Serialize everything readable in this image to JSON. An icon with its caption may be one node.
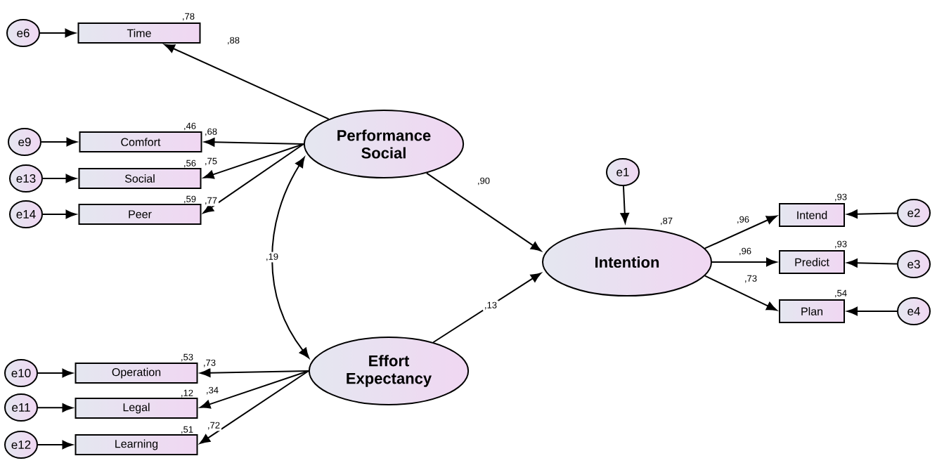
{
  "diagram": {
    "nodes": [
      {
        "text": [
          "e6"
        ]
      },
      {
        "text": [
          "Time"
        ],
        "beside": [
          ",78"
        ]
      },
      {
        "text": [
          "e9"
        ]
      },
      {
        "text": [
          "Comfort"
        ],
        "beside": [
          ",46"
        ]
      },
      {
        "text": [
          "e13"
        ]
      },
      {
        "text": [
          "Social"
        ],
        "beside": [
          ",56"
        ]
      },
      {
        "text": [
          "e14"
        ]
      },
      {
        "text": [
          "Peer"
        ],
        "beside": [
          ",59"
        ]
      },
      {
        "text": [
          "Performance Social"
        ]
      },
      {
        "text": [
          "e1"
        ]
      },
      {
        "text": [
          "Intention"
        ],
        "beside": [
          ",87"
        ]
      },
      {
        "text": [
          "Intend"
        ],
        "beside": [
          ",93"
        ]
      },
      {
        "text": [
          "e2"
        ]
      },
      {
        "text": [
          "Predict"
        ],
        "beside": [
          ",93"
        ]
      },
      {
        "text": [
          "e3"
        ]
      },
      {
        "text": [
          "Plan"
        ],
        "beside": [
          ",54"
        ]
      },
      {
        "text": [
          "e4"
        ]
      },
      {
        "text": [
          "Effort Expectancy"
        ]
      },
      {
        "text": [
          "e10"
        ]
      },
      {
        "text": [
          "Operation"
        ],
        "beside": [
          ",53"
        ]
      },
      {
        "text": [
          "e11"
        ]
      },
      {
        "text": [
          "Legal"
        ],
        "beside": [
          ",12"
        ]
      },
      {
        "text": [
          "e12"
        ]
      },
      {
        "text": [
          "Learning"
        ],
        "beside": [
          ",51"
        ]
      }
    ],
    "edges": [
      {
        "from": 0,
        "to": 1,
        "arrow": "to"
      },
      {
        "from": 8,
        "to": 1,
        "arrow": "to",
        "label": ",88"
      },
      {
        "from": 2,
        "to": 3,
        "arrow": "to"
      },
      {
        "from": 8,
        "to": 3,
        "arrow": "to",
        "label": ",68"
      },
      {
        "from": 4,
        "to": 5,
        "arrow": "to"
      },
      {
        "from": 8,
        "to": 5,
        "arrow": "to",
        "label": ",75"
      },
      {
        "from": 6,
        "to": 7,
        "arrow": "to"
      },
      {
        "from": 8,
        "to": 7,
        "arrow": "to",
        "label": ",77"
      },
      {
        "from": 8,
        "to": 17,
        "arrow": "both",
        "label": ",19"
      },
      {
        "from": 8,
        "to": 10,
        "arrow": "to",
        "label": ",90"
      },
      {
        "from": 17,
        "to": 10,
        "arrow": "to",
        "label": ",13"
      },
      {
        "from": 9,
        "to": 10,
        "arrow": "to"
      },
      {
        "from": 10,
        "to": 11,
        "arrow": "to",
        "label": ",96"
      },
      {
        "from": 12,
        "to": 11,
        "arrow": "to"
      },
      {
        "from": 10,
        "to": 13,
        "arrow": "to",
        "label": ",96"
      },
      {
        "from": 14,
        "to": 13,
        "arrow": "to"
      },
      {
        "from": 10,
        "to": 15,
        "arrow": "to",
        "label": ",73"
      },
      {
        "from": 16,
        "to": 15,
        "arrow": "to"
      },
      {
        "from": 17,
        "to": 19,
        "arrow": "to",
        "label": ",73"
      },
      {
        "from": 18,
        "to": 19,
        "arrow": "to"
      },
      {
        "from": 17,
        "to": 21,
        "arrow": "to",
        "label": ",34"
      },
      {
        "from": 20,
        "to": 21,
        "arrow": "to"
      },
      {
        "from": 17,
        "to": 23,
        "arrow": "to",
        "label": ",72"
      },
      {
        "from": 22,
        "to": 23,
        "arrow": "to"
      }
    ]
  }
}
